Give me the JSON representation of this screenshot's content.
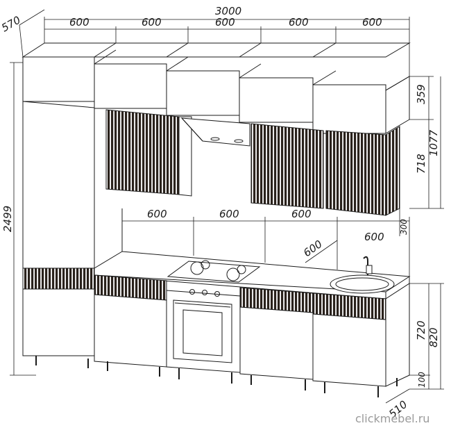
{
  "dimensions": {
    "depth_top": "570",
    "total_width": "3000",
    "upper_widths": [
      "600",
      "600",
      "600",
      "600",
      "600"
    ],
    "upper_height": "359",
    "upper_height_total": "1077",
    "wall_cabinet_height": "718",
    "gap": "300",
    "total_height": "2499",
    "base_widths": [
      "600",
      "600",
      "600",
      "600"
    ],
    "base_depth_side": "600",
    "base_height": "720",
    "base_height_total": "820",
    "leg_height": "100",
    "base_depth": "510"
  },
  "watermark": "clickmebel.ru",
  "colors": {
    "line": "#1a1a1a",
    "stripe": "#2a221c",
    "text": "#1a1a1a"
  }
}
